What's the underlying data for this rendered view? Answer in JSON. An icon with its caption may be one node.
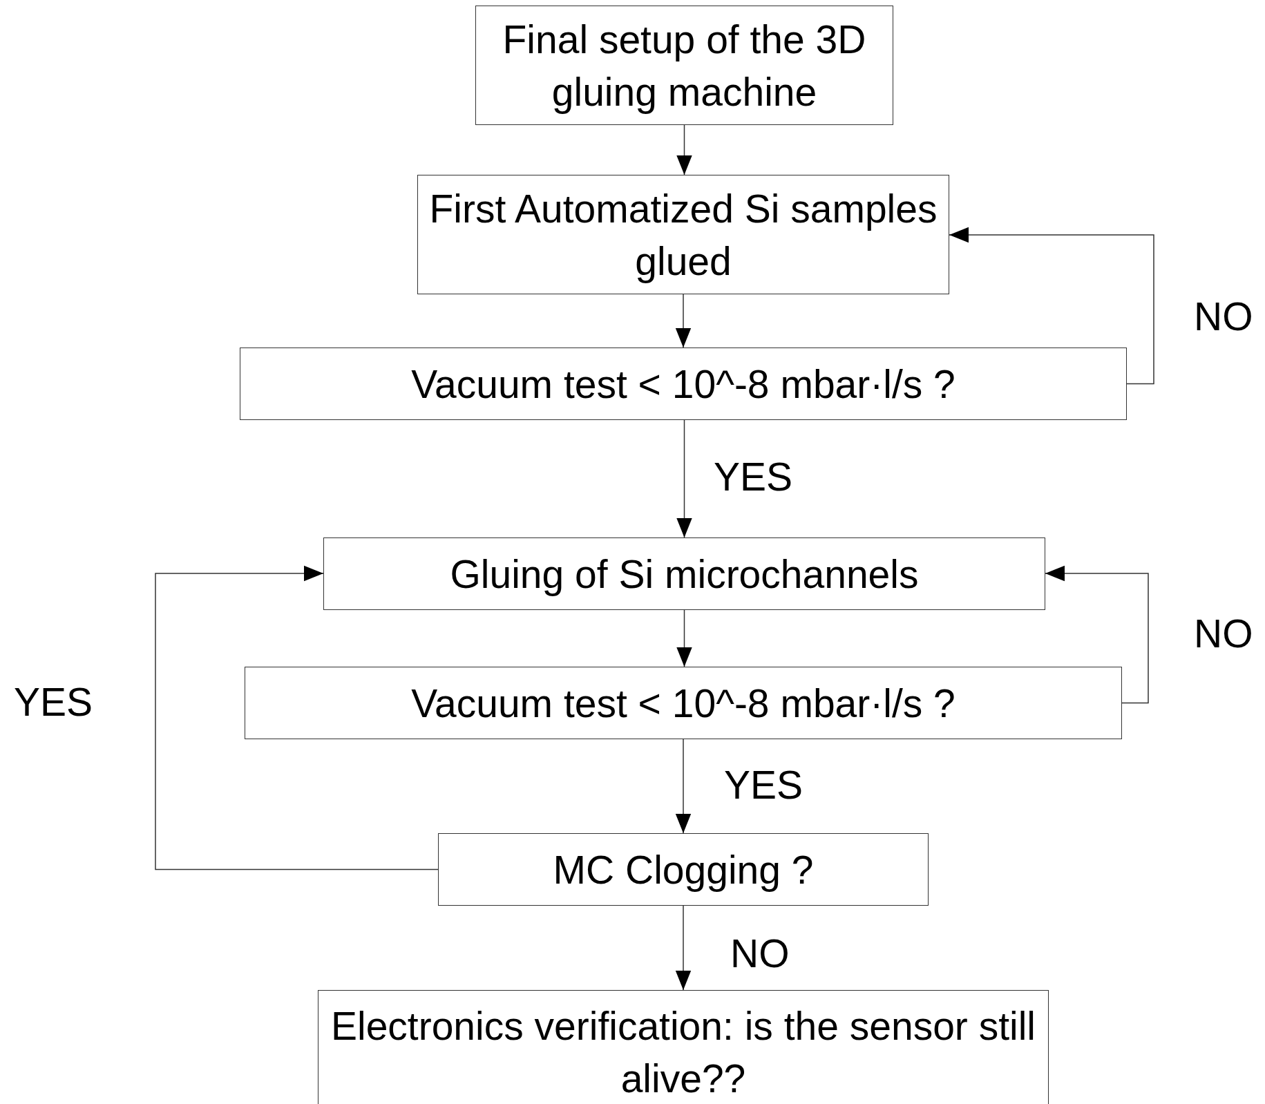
{
  "diagram": {
    "nodes": [
      {
        "text": [
          "Final setup of the 3D gluing machine"
        ]
      },
      {
        "text": [
          "First Automatized Si samples glued"
        ]
      },
      {
        "text": [
          "Vacuum test < 10^-8 mbar·l/s ?"
        ]
      },
      {
        "text": [
          "Gluing of Si microchannels"
        ]
      },
      {
        "text": [
          "Vacuum test < 10^-8 mbar·l/s ?"
        ]
      },
      {
        "text": [
          "MC Clogging ?"
        ]
      },
      {
        "text": [
          "Electronics verification: is the sensor still alive??"
        ]
      }
    ],
    "edges": [
      {
        "from": 0,
        "to": 1,
        "arrow": "to"
      },
      {
        "from": 1,
        "to": 2,
        "arrow": "to"
      },
      {
        "from": 2,
        "to": 1,
        "arrow": "to",
        "label": "NO"
      },
      {
        "from": 2,
        "to": 3,
        "arrow": "to",
        "label": "YES"
      },
      {
        "from": 3,
        "to": 4,
        "arrow": "to"
      },
      {
        "from": 4,
        "to": 3,
        "arrow": "to",
        "label": "NO"
      },
      {
        "from": 4,
        "to": 5,
        "arrow": "to",
        "label": "YES"
      },
      {
        "from": 5,
        "to": 3,
        "arrow": "to",
        "label": "YES"
      },
      {
        "from": 5,
        "to": 6,
        "arrow": "to",
        "label": "NO"
      }
    ]
  }
}
